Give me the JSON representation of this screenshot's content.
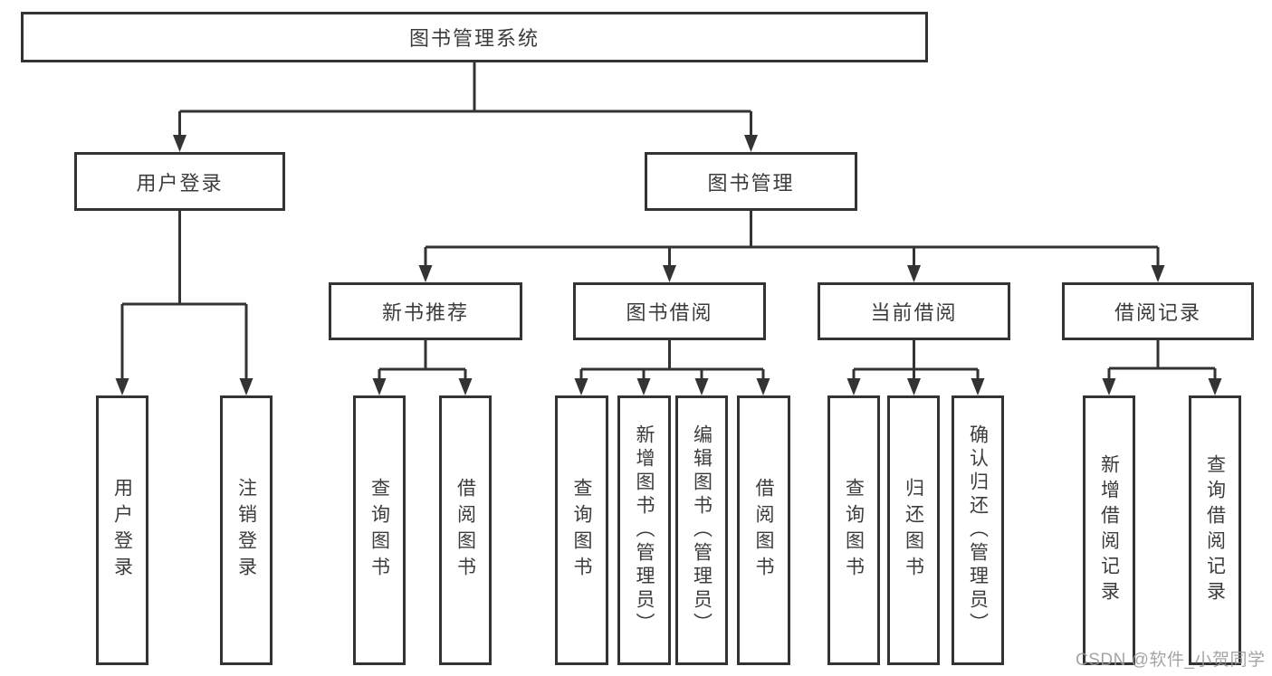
{
  "diagram_title": "图书管理系统",
  "nodes": {
    "root": "图书管理系统",
    "level2": {
      "user_login": "用户登录",
      "book_management": "图书管理"
    },
    "level3": {
      "new_book_recommend": "新书推荐",
      "book_borrow": "图书借阅",
      "current_borrow": "当前借阅",
      "borrow_records": "借阅记录"
    },
    "leaves": {
      "user_login": "用户登录",
      "logout": "注销登录",
      "query_book_a": "查询图书",
      "borrow_book_a": "借阅图书",
      "query_book_b": "查询图书",
      "add_book_admin": "新增图书（管理员）",
      "edit_book_admin": "编辑图书（管理员）",
      "borrow_book_b": "借阅图书",
      "query_book_c": "查询图书",
      "return_book": "归还图书",
      "confirm_return_admin": "确认归还（管理员）",
      "add_borrow_record": "新增借阅记录",
      "query_borrow_record": "查询借阅记录"
    }
  },
  "edges": [
    {
      "from": "图书管理系统",
      "to": [
        "用户登录",
        "图书管理"
      ]
    },
    {
      "from": "用户登录",
      "to": [
        "用户登录",
        "注销登录"
      ]
    },
    {
      "from": "图书管理",
      "to": [
        "新书推荐",
        "图书借阅",
        "当前借阅",
        "借阅记录"
      ]
    },
    {
      "from": "新书推荐",
      "to": [
        "查询图书",
        "借阅图书"
      ]
    },
    {
      "from": "图书借阅",
      "to": [
        "查询图书",
        "新增图书（管理员）",
        "编辑图书（管理员）",
        "借阅图书"
      ]
    },
    {
      "from": "当前借阅",
      "to": [
        "查询图书",
        "归还图书",
        "确认归还（管理员）"
      ]
    },
    {
      "from": "借阅记录",
      "to": [
        "新增借阅记录",
        "查询借阅记录"
      ]
    }
  ],
  "watermark": "CSDN @软件_小贺同学",
  "colors": {
    "line": "#333333",
    "box_border": "#333333",
    "text": "#3c3c3c",
    "watermark": "#9b9b9b",
    "background": "#ffffff"
  }
}
